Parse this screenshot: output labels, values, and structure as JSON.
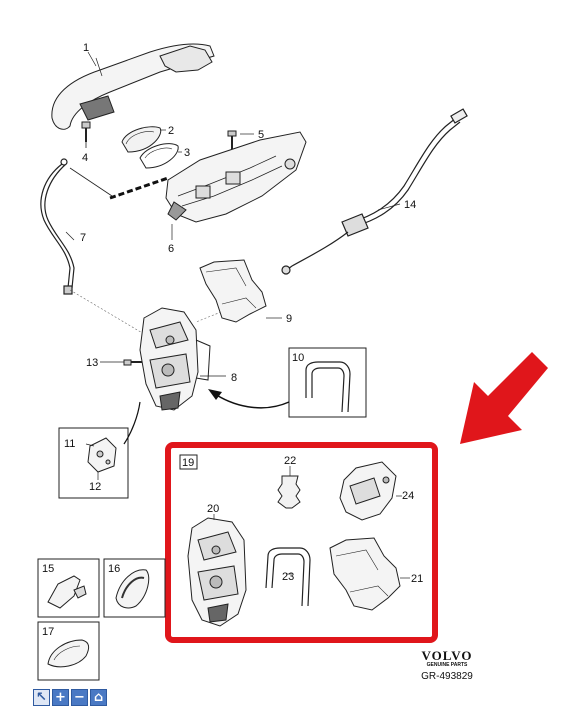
{
  "callouts": {
    "c1": "1",
    "c2": "2",
    "c3": "3",
    "c4": "4",
    "c5": "5",
    "c6": "6",
    "c7": "7",
    "c8": "8",
    "c9": "9",
    "c10": "10",
    "c11": "11",
    "c12": "12",
    "c13": "13",
    "c14": "14",
    "c15": "15",
    "c16": "16",
    "c17": "17",
    "c19": "19",
    "c20": "20",
    "c21": "21",
    "c22": "22",
    "c23": "23",
    "c24": "24"
  },
  "brand": {
    "name": "VOLVO",
    "tagline": "GENUINE PARTS"
  },
  "diagram_code": "GR-493829",
  "toolbar": {
    "select_icon": "cursor-icon",
    "zoom_in": "+",
    "zoom_out": "−",
    "home_icon": "home-icon"
  },
  "colors": {
    "highlight": "#e0161b",
    "line": "#222222"
  }
}
